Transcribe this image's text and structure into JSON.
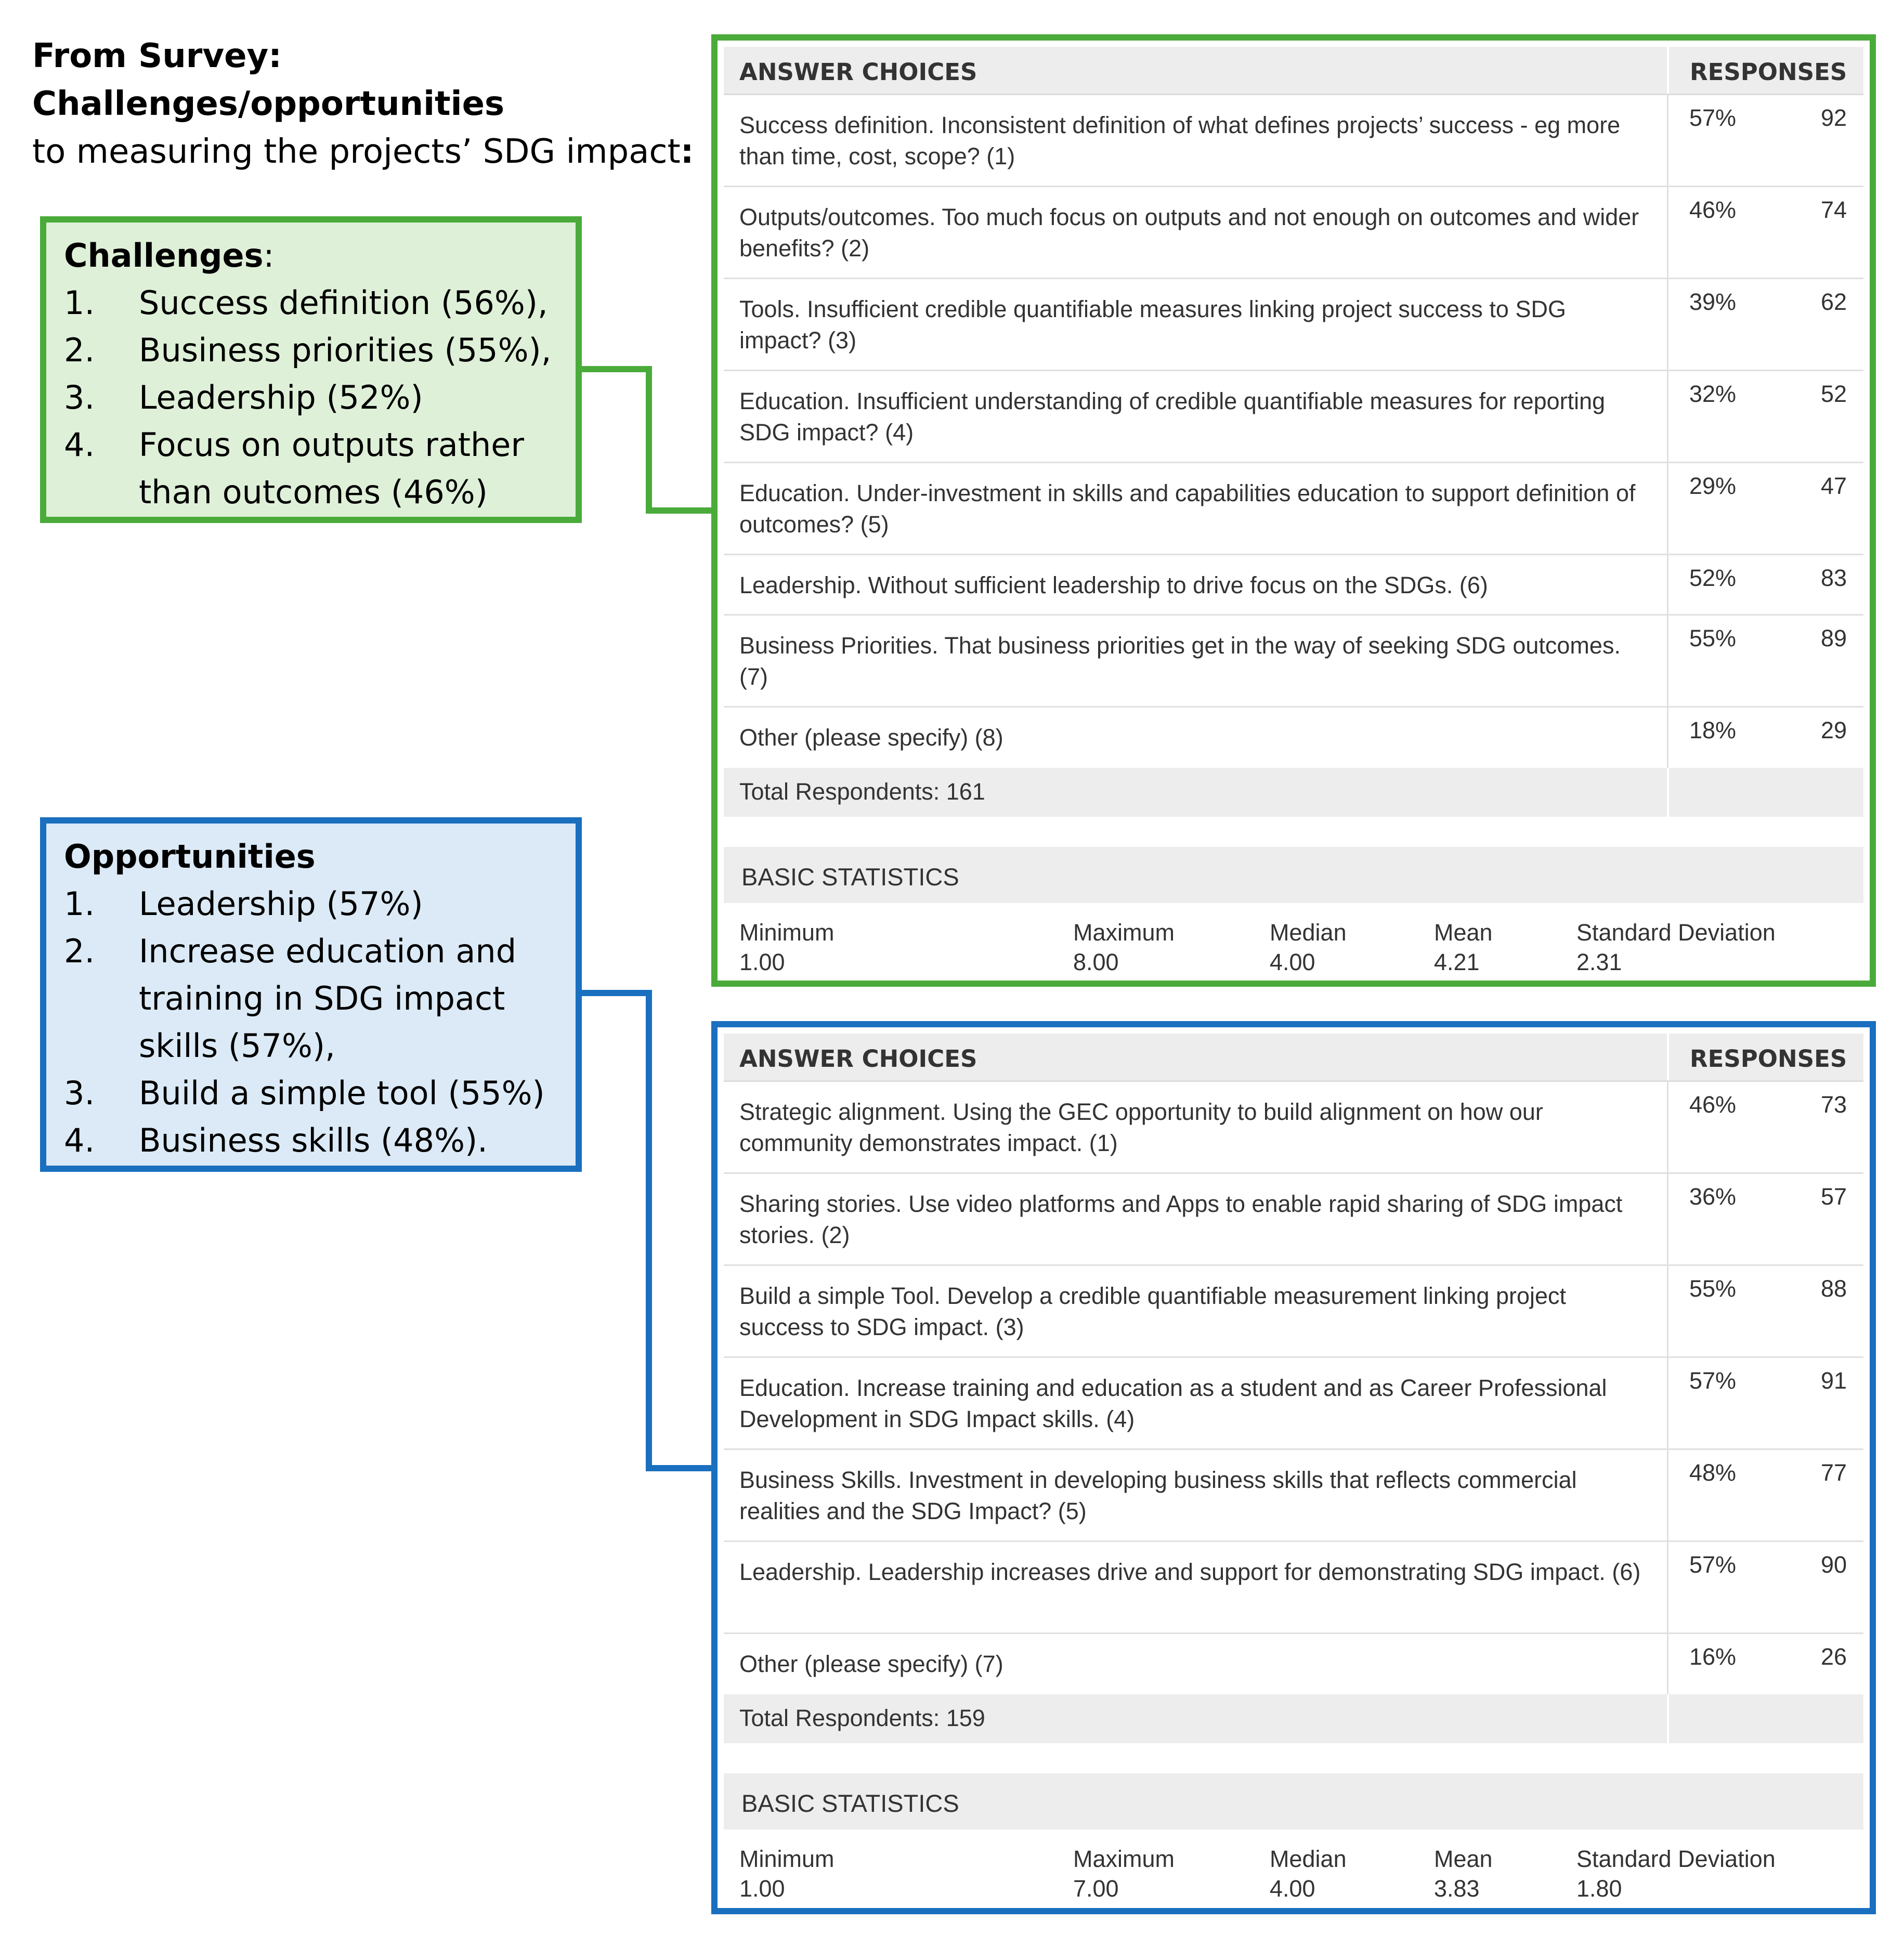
{
  "heading": {
    "line1": "From Survey: Challenges/opportunities",
    "line2": "to measuring the projects’ SDG impact",
    "line2_colon": ":"
  },
  "challenges_callout": {
    "title": "Challenges",
    "title_suffix": ":",
    "items": [
      {
        "num": "1.",
        "text": "Success definition (56%),"
      },
      {
        "num": "2.",
        "text": "Business priorities (55%),"
      },
      {
        "num": "3.",
        "text": "Leadership (52%)"
      },
      {
        "num": "4.",
        "text": "Focus on outputs rather than outcomes (46%)"
      }
    ]
  },
  "opportunities_callout": {
    "title": "Opportunities",
    "items": [
      {
        "num": "1.",
        "text": "Leadership (57%)"
      },
      {
        "num": "2.",
        "text": "Increase education and training in SDG impact skills (57%),"
      },
      {
        "num": "3.",
        "text": "Build a simple tool (55%)"
      },
      {
        "num": "4.",
        "text": "Business skills (48%)."
      }
    ]
  },
  "challenges_table": {
    "header_choices": "ANSWER CHOICES",
    "header_responses": "RESPONSES",
    "rows": [
      {
        "text": "Success definition. Inconsistent definition of what defines projects’ success - eg more than time, cost, scope? (1)",
        "pct": "57%",
        "count": "92"
      },
      {
        "text": "Outputs/outcomes. Too much focus on outputs and not enough on outcomes and wider benefits? (2)",
        "pct": "46%",
        "count": "74"
      },
      {
        "text": "Tools. Insufficient credible quantifiable measures linking project success to SDG impact? (3)",
        "pct": "39%",
        "count": "62"
      },
      {
        "text": "Education. Insufficient understanding of credible quantifiable measures for reporting SDG impact? (4)",
        "pct": "32%",
        "count": "52"
      },
      {
        "text": "Education. Under-investment in skills and capabilities education to support definition of outcomes? (5)",
        "pct": "29%",
        "count": "47"
      },
      {
        "text": "Leadership. Without sufficient leadership to drive focus on the SDGs. (6)",
        "pct": "52%",
        "count": "83"
      },
      {
        "text": "Business Priorities. That business priorities get in the way of seeking SDG outcomes. (7)",
        "pct": "55%",
        "count": "89"
      },
      {
        "text": "Other (please specify) (8)",
        "pct": "18%",
        "count": "29"
      }
    ],
    "total": "Total Respondents: 161",
    "stats_title": "BASIC STATISTICS",
    "stats": [
      {
        "label": "Minimum",
        "value": "1.00"
      },
      {
        "label": "Maximum",
        "value": "8.00"
      },
      {
        "label": "Median",
        "value": "4.00"
      },
      {
        "label": "Mean",
        "value": "4.21"
      },
      {
        "label": "Standard Deviation",
        "value": "2.31"
      }
    ]
  },
  "opportunities_table": {
    "header_choices": "ANSWER CHOICES",
    "header_responses": "RESPONSES",
    "rows": [
      {
        "text": "Strategic alignment. Using the GEC opportunity to build alignment on how our community demonstrates impact. (1)",
        "pct": "46%",
        "count": "73"
      },
      {
        "text": "Sharing stories. Use video platforms and Apps to enable rapid sharing of SDG impact stories. (2)",
        "pct": "36%",
        "count": "57"
      },
      {
        "text": "Build a simple Tool. Develop a credible quantifiable measurement linking project success to SDG impact. (3)",
        "pct": "55%",
        "count": "88"
      },
      {
        "text": "Education. Increase training and education as a student and as Career Professional Development in SDG Impact skills. (4)",
        "pct": "57%",
        "count": "91"
      },
      {
        "text": "Business Skills. Investment in developing business skills that reflects commercial realities and the SDG Impact? (5)",
        "pct": "48%",
        "count": "77"
      },
      {
        "text": "Leadership. Leadership increases drive and support for demonstrating SDG impact. (6)",
        "pct": "57%",
        "count": "90"
      },
      {
        "text": "Other (please specify) (7)",
        "pct": "16%",
        "count": "26"
      }
    ],
    "total": "Total Respondents: 159",
    "stats_title": "BASIC STATISTICS",
    "stats": [
      {
        "label": "Minimum",
        "value": "1.00"
      },
      {
        "label": "Maximum",
        "value": "7.00"
      },
      {
        "label": "Median",
        "value": "4.00"
      },
      {
        "label": "Mean",
        "value": "3.83"
      },
      {
        "label": "Standard Deviation",
        "value": "1.80"
      }
    ]
  },
  "colors": {
    "green_accent": "#4aab3a",
    "blue_accent": "#1a6fbf",
    "green_fill": "#dff0d8",
    "blue_fill": "#dbeaf6"
  }
}
